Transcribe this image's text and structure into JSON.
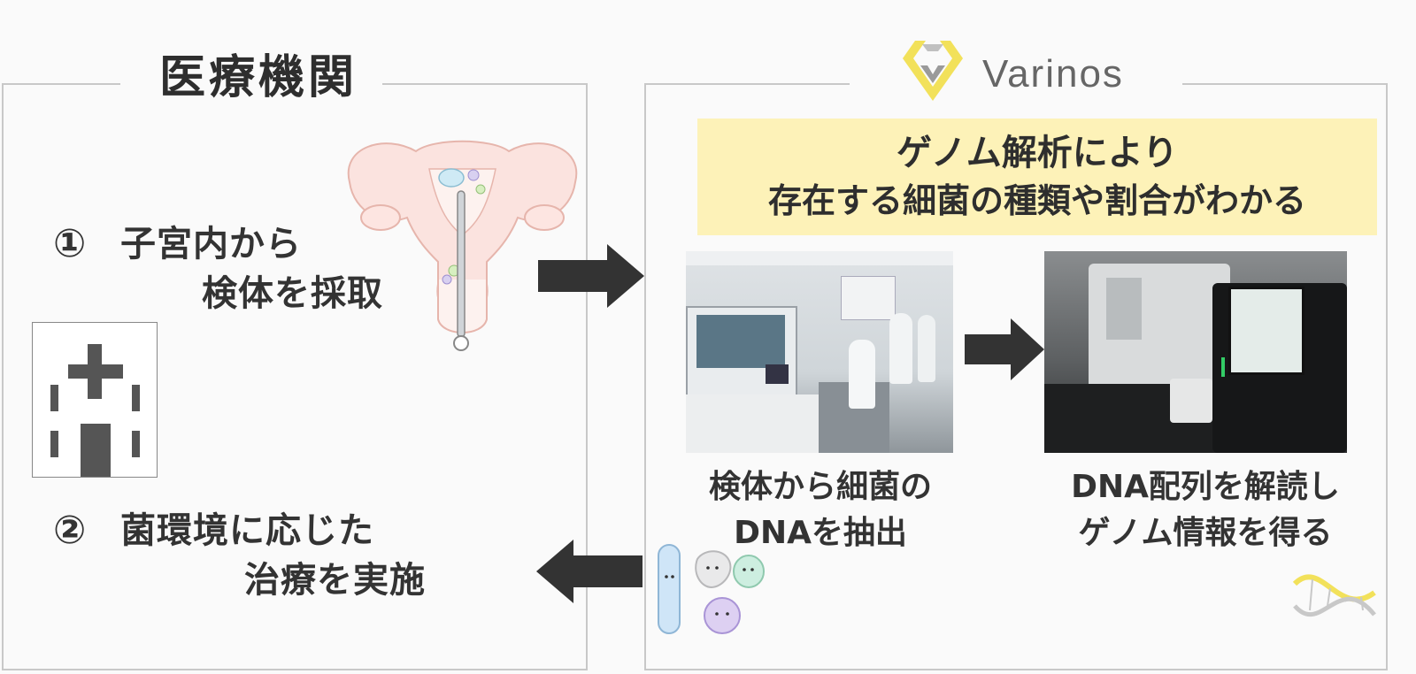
{
  "left_panel": {
    "title": "医療機関",
    "step1": {
      "number": "①",
      "line1": "子宮内から",
      "line2": "検体を採取"
    },
    "step2": {
      "number": "②",
      "line1": "菌環境に応じた",
      "line2": "治療を実施"
    }
  },
  "right_panel": {
    "logo_text": "Varinos",
    "highlight": {
      "line1": "ゲノム解析により",
      "line2": "存在する細菌の種類や割合がわかる"
    },
    "caption_left": {
      "line1": "検体から細菌の",
      "line2": "DNAを抽出"
    },
    "caption_right": {
      "line1": "DNA配列を解読し",
      "line2": "ゲノム情報を得る"
    }
  },
  "colors": {
    "highlight_bg": "#fdf2b8",
    "arrow": "#333333",
    "panel_border": "#c8c8c8",
    "logo_yellow": "#f2e15a"
  },
  "icons": {
    "uterus": "uterus-illustration",
    "hospital": "hospital-icon",
    "bacteria": "bacteria-illustration",
    "dna": "dna-helix-icon"
  }
}
